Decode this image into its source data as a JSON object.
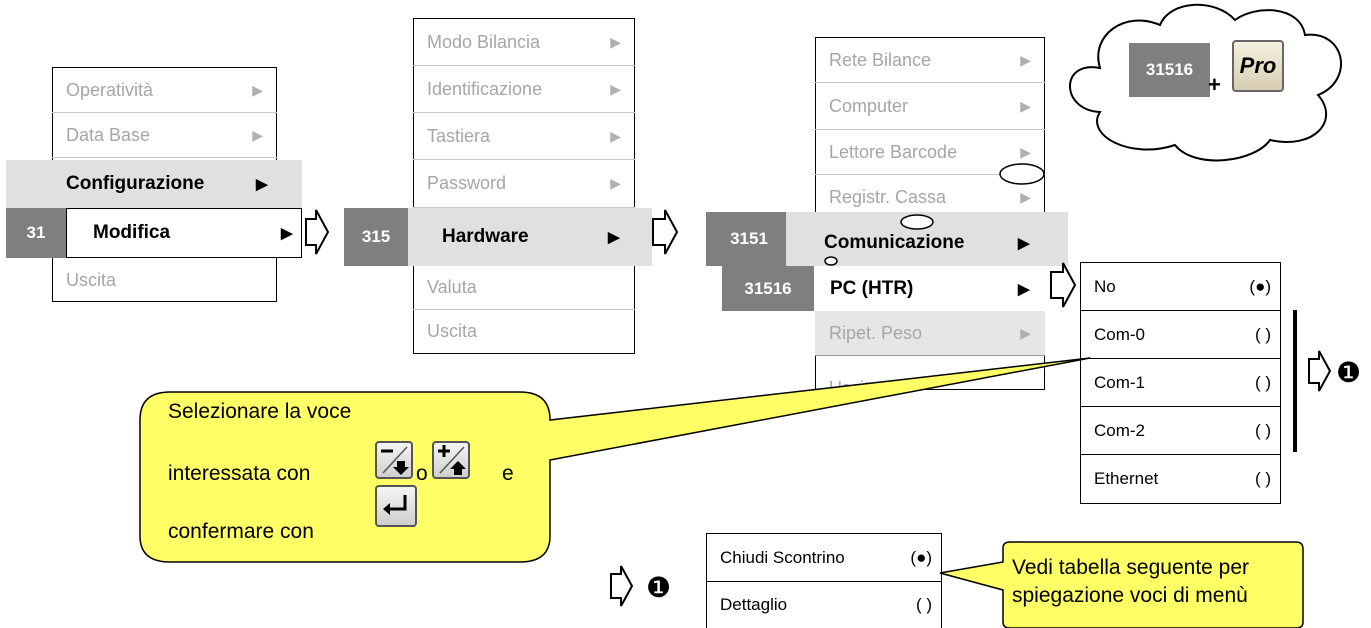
{
  "menu1": {
    "items": [
      "Operatività",
      "Data Base"
    ],
    "selected_parent": "Configurazione",
    "code": "31",
    "selected": "Modifica",
    "after": "Uscita"
  },
  "menu2": {
    "items": [
      "Modo Bilancia",
      "Identificazione",
      "Tastiera",
      "Password"
    ],
    "code": "315",
    "selected": "Hardware",
    "after": [
      "Valuta",
      "Uscita"
    ]
  },
  "menu3": {
    "items": [
      "Rete Bilance",
      "Computer",
      "Lettore Barcode",
      "Registr. Cassa"
    ],
    "code_parent": "3151",
    "selected_parent": "Comunicazione",
    "code": "31516",
    "selected": "PC (HTR)",
    "after": [
      "Ripet. Peso",
      "Uscita"
    ]
  },
  "options": [
    {
      "label": "No",
      "mark": "(●)"
    },
    {
      "label": "Com-0",
      "mark": "( )"
    },
    {
      "label": "Com-1",
      "mark": "( )"
    },
    {
      "label": "Com-2",
      "mark": "( )"
    },
    {
      "label": "Ethernet",
      "mark": "( )"
    }
  ],
  "cloud": {
    "code": "31516",
    "plus": "+",
    "pro_key": "Pro"
  },
  "callout": {
    "line1": "Selezionare la voce",
    "line2a": "interessata con",
    "line2b": "o",
    "line2c": "e",
    "line3": "confermare con"
  },
  "footnote_marker": "❶",
  "sub_options": [
    {
      "label": "Chiudi Scontrino",
      "mark": "(●)"
    },
    {
      "label": "Dettaglio",
      "mark": "( )"
    }
  ],
  "note": {
    "line1": "Vedi tabella seguente per",
    "line2": "spiegazione voci di menù"
  },
  "colors": {
    "code_bg": "#7f7f7f",
    "highlight_bg": "#e0e0e0",
    "callout_bg": "#ffff66",
    "note_bg": "#ffff66"
  },
  "icons": [
    "arrow-right-outline-icon",
    "minus-down-key-icon",
    "plus-up-key-icon",
    "enter-key-icon",
    "cloud-icon"
  ]
}
